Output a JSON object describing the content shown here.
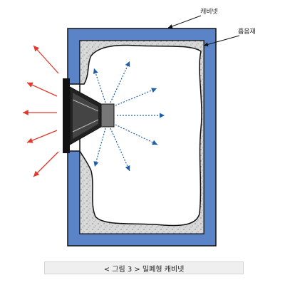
{
  "labels": {
    "cabinet": "캐비넷",
    "absorber": "흡음재"
  },
  "caption": "< 그림 3 > 밀폐형 캐비넷",
  "colors": {
    "cabinet_wall": "#5b84c8",
    "absorber_fill": "#d8d8d8",
    "outline": "#111111",
    "sound_out": "#e0392b",
    "sound_in": "#1f5fa8",
    "caption_bg": "#efefef"
  }
}
